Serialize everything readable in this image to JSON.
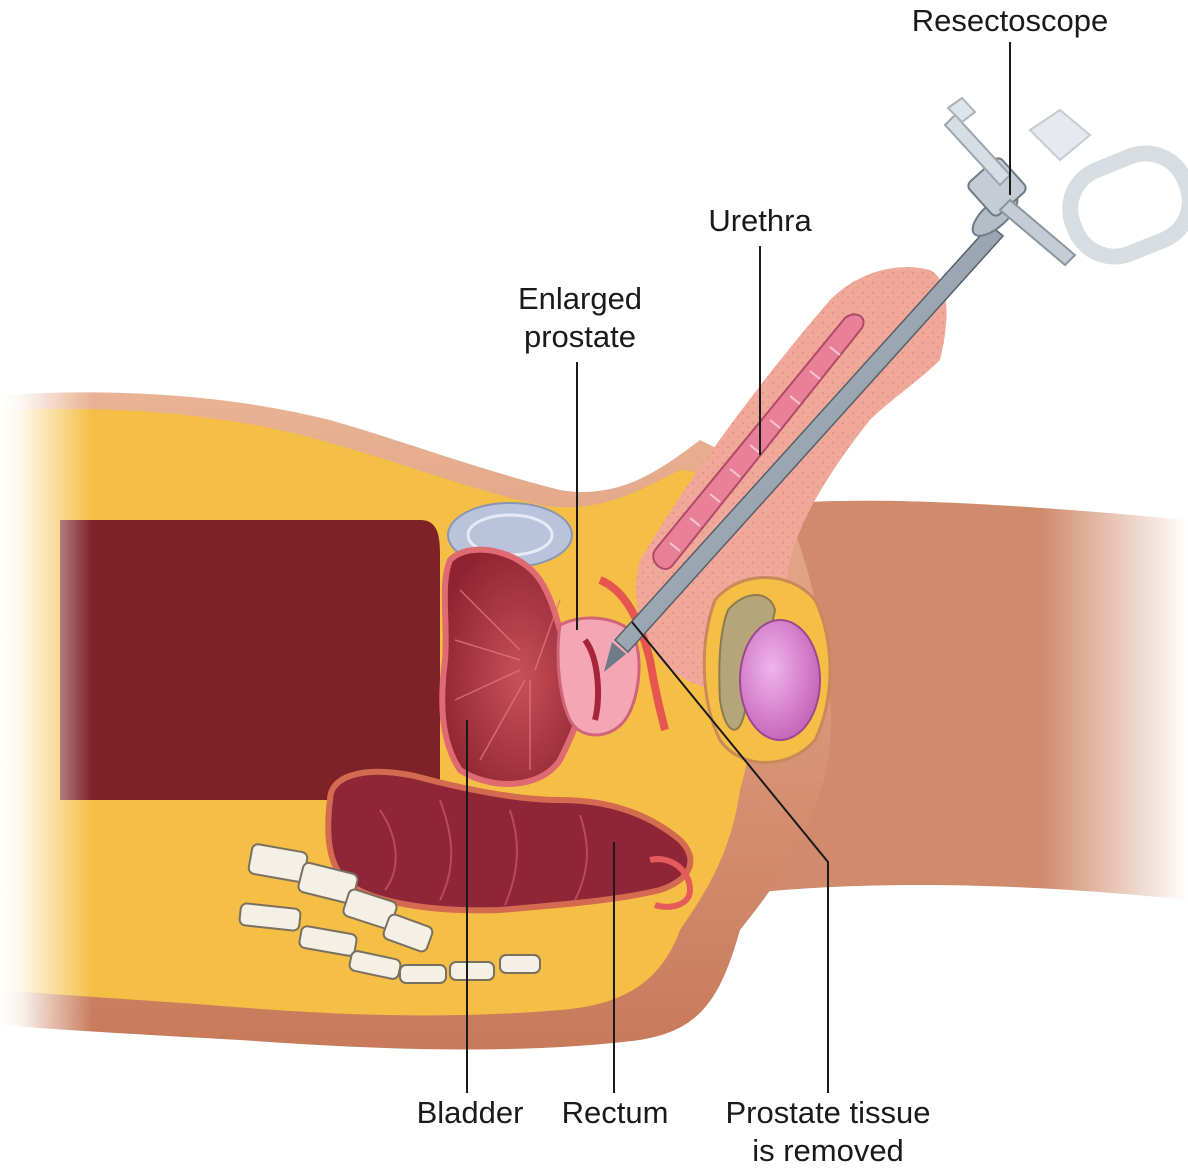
{
  "labels": {
    "resectoscope": "Resectoscope",
    "urethra": "Urethra",
    "enlarged_prostate_line1": "Enlarged",
    "enlarged_prostate_line2": "prostate",
    "bladder": "Bladder",
    "rectum": "Rectum",
    "prostate_tissue_line1": "Prostate tissue",
    "prostate_tissue_line2": "is removed"
  },
  "colors": {
    "skin": "#d99577",
    "fat_tissue": "#f5bf45",
    "bladder": "#b23a42",
    "rectum": "#8e2638",
    "prostate": "#f4a6b4",
    "penile_tissue": "#f0a89a",
    "instrument": "#a9b4bd",
    "testis": "#d27bc6",
    "bone": "#f4f0e6"
  }
}
